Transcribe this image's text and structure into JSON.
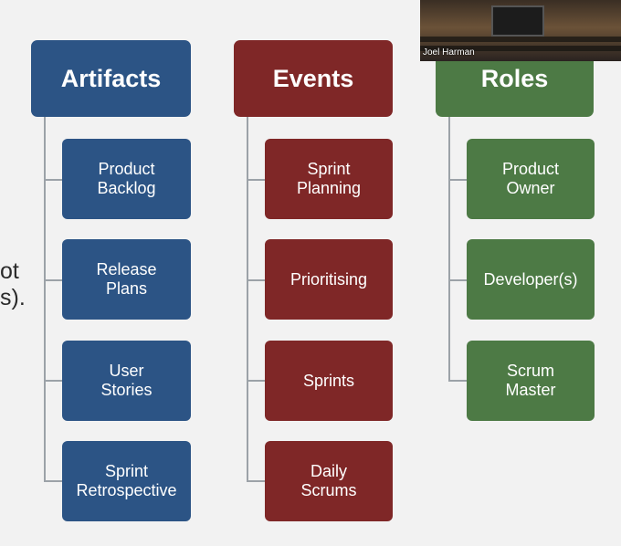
{
  "slide": {
    "clipped_text_line1": "ot",
    "clipped_text_line2": "s).",
    "columns": [
      {
        "header": "Artifacts",
        "color": "#2c5485",
        "items": [
          "Product\nBacklog",
          "Release\nPlans",
          "User\nStories",
          "Sprint\nRetrospective"
        ]
      },
      {
        "header": "Events",
        "color": "#7f2727",
        "items": [
          "Sprint\nPlanning",
          "Prioritising",
          "Sprints",
          "Daily\nScrums"
        ]
      },
      {
        "header": "Roles",
        "color": "#4d7a45",
        "items": [
          "Product\nOwner",
          "Developer(s)",
          "Scrum\nMaster"
        ]
      }
    ]
  },
  "video": {
    "participant_name": "Joel Harman"
  }
}
